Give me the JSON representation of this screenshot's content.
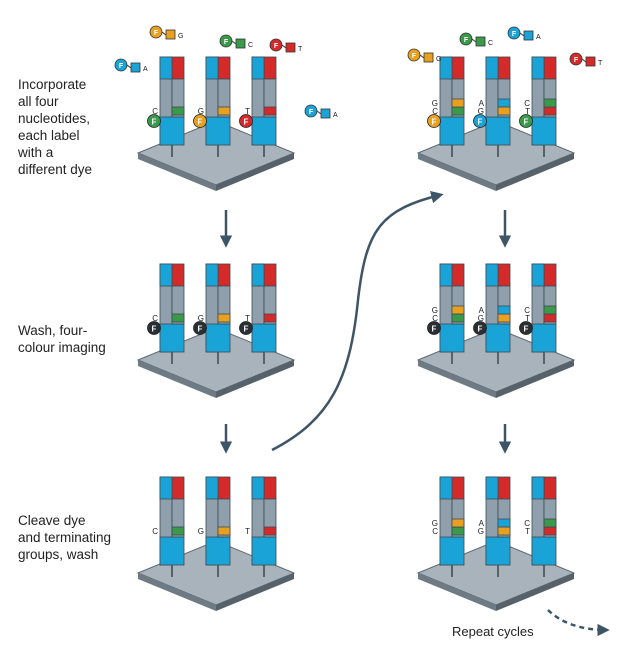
{
  "steps": [
    {
      "label": "Incorporate\nall four\nnucleotides,\neach label\nwith a\ndifferent dye"
    },
    {
      "label": "Wash, four-\ncolour imaging"
    },
    {
      "label": "Cleave dye\nand terminating\ngroups, wash"
    }
  ],
  "footer": {
    "repeat_label": "Repeat cycles"
  },
  "dye_glyph": "F",
  "bases": [
    "C",
    "G",
    "T",
    "A"
  ],
  "colors": {
    "C": "#3a9a4a",
    "G": "#e8a020",
    "T": "#d42a2a",
    "A": "#1aa3d6",
    "strand": "#8fa0ac",
    "plate_top": "#a8b3bb",
    "arrow": "#3d5566"
  },
  "panels": [
    {
      "strand_bases": [
        [
          "C"
        ],
        [
          "G"
        ],
        [
          "T"
        ]
      ],
      "dyes_attached": true,
      "free_nucleotides": [
        "G",
        "C",
        "T",
        "A",
        "A"
      ]
    },
    {
      "strand_bases": [
        [
          "C"
        ],
        [
          "G"
        ],
        [
          "T"
        ]
      ],
      "dyes_attached": true,
      "dye_style": "dark"
    },
    {
      "strand_bases": [
        [
          "C"
        ],
        [
          "G"
        ],
        [
          "T"
        ]
      ],
      "dyes_attached": false
    },
    {
      "strand_bases": [
        [
          "C",
          "G"
        ],
        [
          "G",
          "A"
        ],
        [
          "T",
          "C"
        ]
      ],
      "dyes_attached": true,
      "free_nucleotides": [
        "G",
        "C",
        "A",
        "T"
      ]
    },
    {
      "strand_bases": [
        [
          "C",
          "G"
        ],
        [
          "G",
          "A"
        ],
        [
          "T",
          "C"
        ]
      ],
      "dyes_attached": true,
      "dye_style": "dark"
    },
    {
      "strand_bases": [
        [
          "C",
          "G"
        ],
        [
          "G",
          "A"
        ],
        [
          "T",
          "C"
        ]
      ],
      "dyes_attached": false
    }
  ]
}
